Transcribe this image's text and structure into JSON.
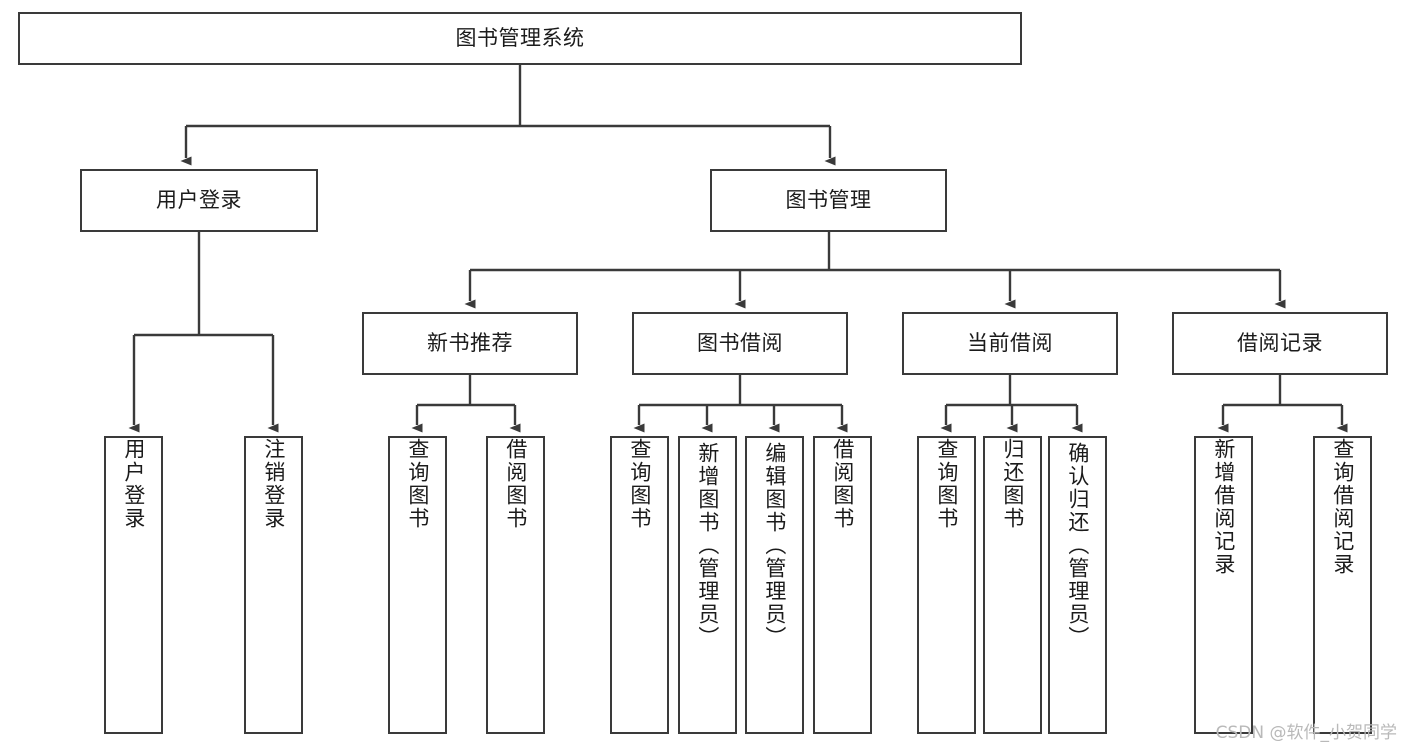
{
  "diagram": {
    "title": "图书管理系统",
    "type": "tree-hierarchy",
    "stroke_color": "#3a3a3a",
    "background_color": "#ffffff",
    "text_color": "#1b1b1b"
  },
  "nodes": {
    "root": {
      "label": "图书管理系统"
    },
    "level2": [
      {
        "id": "user-login",
        "label": "用户登录"
      },
      {
        "id": "book-manage",
        "label": "图书管理"
      }
    ],
    "level3": [
      {
        "id": "new-book-rec",
        "label": "新书推荐"
      },
      {
        "id": "book-borrow",
        "label": "图书借阅"
      },
      {
        "id": "current-borrow",
        "label": "当前借阅"
      },
      {
        "id": "borrow-record",
        "label": "借阅记录"
      }
    ],
    "leaves": [
      {
        "id": "leaf-user-login",
        "label": "用户登录",
        "parent": "user-login"
      },
      {
        "id": "leaf-logout",
        "label": "注销登录",
        "parent": "user-login"
      },
      {
        "id": "leaf-query-book-1",
        "label": "查询图书",
        "parent": "new-book-rec"
      },
      {
        "id": "leaf-borrow-book-1",
        "label": "借阅图书",
        "parent": "new-book-rec"
      },
      {
        "id": "leaf-query-book-2",
        "label": "查询图书",
        "parent": "book-borrow"
      },
      {
        "id": "leaf-add-book",
        "label": "新增图书（管理员）",
        "parent": "book-borrow"
      },
      {
        "id": "leaf-edit-book",
        "label": "编辑图书（管理员）",
        "parent": "book-borrow"
      },
      {
        "id": "leaf-borrow-book-2",
        "label": "借阅图书",
        "parent": "book-borrow"
      },
      {
        "id": "leaf-query-book-3",
        "label": "查询图书",
        "parent": "current-borrow"
      },
      {
        "id": "leaf-return-book",
        "label": "归还图书",
        "parent": "current-borrow"
      },
      {
        "id": "leaf-confirm-return",
        "label": "确认归还（管理员）",
        "parent": "current-borrow"
      },
      {
        "id": "leaf-add-record",
        "label": "新增借阅记录",
        "parent": "borrow-record"
      },
      {
        "id": "leaf-query-record",
        "label": "查询借阅记录",
        "parent": "borrow-record"
      }
    ]
  },
  "watermark": {
    "text": "CSDN @软件_小贺同学"
  }
}
